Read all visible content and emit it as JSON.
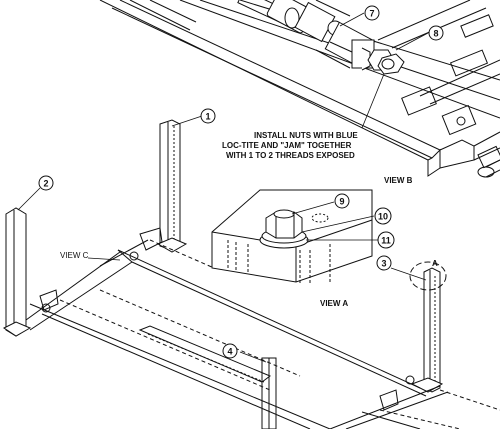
{
  "note": {
    "line1": "INSTALL NUTS WITH BLUE",
    "line2": "LOC-TITE AND \"JAM\" TOGETHER",
    "line3": "WITH 1 TO 2 THREADS EXPOSED"
  },
  "views": {
    "a": "VIEW A",
    "b": "VIEW B",
    "c": "VIEW C",
    "detail": "A"
  },
  "callouts": [
    "1",
    "2",
    "3",
    "4",
    "7",
    "8",
    "9",
    "10",
    "11"
  ]
}
